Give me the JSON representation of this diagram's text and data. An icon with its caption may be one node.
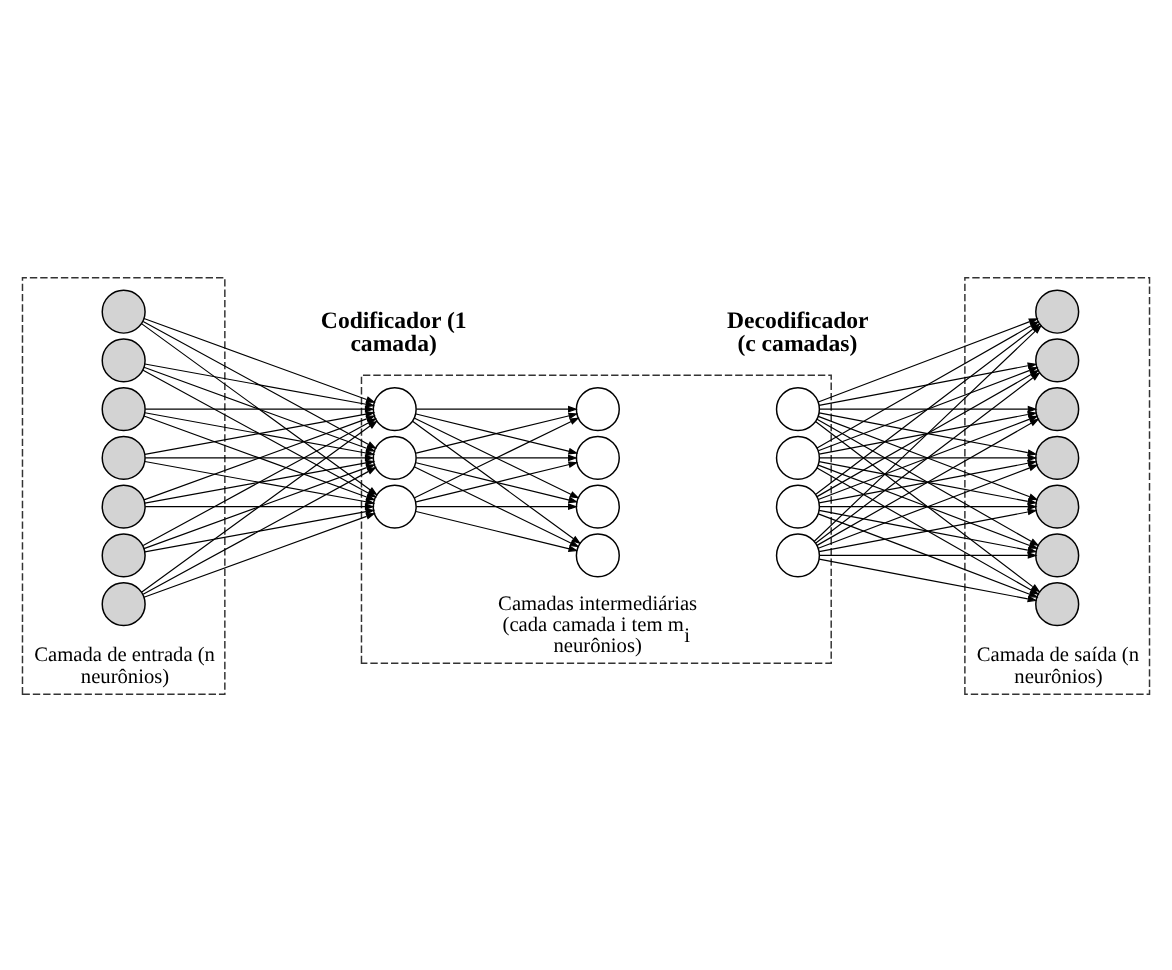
{
  "diagram": {
    "nodes": [
      {
        "text": [
          "Camada de entrada (n neurônios)"
        ]
      },
      {
        "text": [],
        "shape": "circle",
        "in": 0
      },
      {
        "text": [],
        "shape": "circle",
        "in": 0
      },
      {
        "text": [],
        "shape": "circle",
        "in": 0
      },
      {
        "text": [],
        "shape": "circle",
        "in": 0
      },
      {
        "text": [],
        "shape": "circle",
        "in": 0
      },
      {
        "text": [],
        "shape": "circle",
        "in": 0
      },
      {
        "text": [],
        "shape": "circle",
        "in": 0
      },
      {
        "text": [
          "Camadas intermediárias (cada camada i tem m$_{i}$ neurônios)"
        ]
      },
      {
        "text": [],
        "shape": "circle",
        "in": 8
      },
      {
        "text": [],
        "shape": "circle",
        "in": 8
      },
      {
        "text": [],
        "shape": "circle",
        "in": 8
      },
      {
        "text": [],
        "shape": "circle",
        "in": 8
      },
      {
        "text": [],
        "shape": "circle",
        "in": 8
      },
      {
        "text": [],
        "shape": "circle",
        "in": 8
      },
      {
        "text": [],
        "shape": "circle",
        "in": 8
      },
      {
        "text": [],
        "shape": "circle",
        "in": 8
      },
      {
        "text": [],
        "shape": "circle",
        "in": 8
      },
      {
        "text": [],
        "shape": "circle",
        "in": 8
      },
      {
        "text": [],
        "shape": "circle",
        "in": 8
      },
      {
        "text": [
          "Camada de saída (n neurônios)"
        ]
      },
      {
        "text": [],
        "shape": "circle",
        "in": 20
      },
      {
        "text": [],
        "shape": "circle",
        "in": 20
      },
      {
        "text": [],
        "shape": "circle",
        "in": 20
      },
      {
        "text": [],
        "shape": "circle",
        "in": 20
      },
      {
        "text": [],
        "shape": "circle",
        "in": 20
      },
      {
        "text": [],
        "shape": "circle",
        "in": 20
      },
      {
        "text": [],
        "shape": "circle",
        "in": 20
      }
    ],
    "edges": [
      {
        "from": 1,
        "to": 9,
        "arrow": "to"
      },
      {
        "from": 1,
        "to": 10,
        "arrow": "to"
      },
      {
        "from": 1,
        "to": 11,
        "arrow": "to"
      },
      {
        "from": 2,
        "to": 9,
        "arrow": "to"
      },
      {
        "from": 2,
        "to": 10,
        "arrow": "to"
      },
      {
        "from": 2,
        "to": 11,
        "arrow": "to"
      },
      {
        "from": 3,
        "to": 9,
        "arrow": "to"
      },
      {
        "from": 3,
        "to": 10,
        "arrow": "to"
      },
      {
        "from": 3,
        "to": 11,
        "arrow": "to"
      },
      {
        "from": 4,
        "to": 9,
        "arrow": "to"
      },
      {
        "from": 4,
        "to": 10,
        "arrow": "to"
      },
      {
        "from": 4,
        "to": 11,
        "arrow": "to"
      },
      {
        "from": 5,
        "to": 9,
        "arrow": "to"
      },
      {
        "from": 5,
        "to": 10,
        "arrow": "to"
      },
      {
        "from": 5,
        "to": 11,
        "arrow": "to"
      },
      {
        "from": 6,
        "to": 9,
        "arrow": "to"
      },
      {
        "from": 6,
        "to": 10,
        "arrow": "to"
      },
      {
        "from": 6,
        "to": 11,
        "arrow": "to"
      },
      {
        "from": 7,
        "to": 9,
        "arrow": "to"
      },
      {
        "from": 7,
        "to": 10,
        "arrow": "to"
      },
      {
        "from": 7,
        "to": 11,
        "arrow": "to"
      },
      {
        "from": 9,
        "to": 12,
        "arrow": "to"
      },
      {
        "from": 9,
        "to": 13,
        "arrow": "to"
      },
      {
        "from": 9,
        "to": 14,
        "arrow": "to"
      },
      {
        "from": 9,
        "to": 15,
        "arrow": "to"
      },
      {
        "from": 10,
        "to": 12,
        "arrow": "to"
      },
      {
        "from": 10,
        "to": 13,
        "arrow": "to"
      },
      {
        "from": 10,
        "to": 14,
        "arrow": "to"
      },
      {
        "from": 10,
        "to": 15,
        "arrow": "to"
      },
      {
        "from": 11,
        "to": 12,
        "arrow": "to"
      },
      {
        "from": 11,
        "to": 13,
        "arrow": "to"
      },
      {
        "from": 11,
        "to": 14,
        "arrow": "to"
      },
      {
        "from": 11,
        "to": 15,
        "arrow": "to"
      },
      {
        "from": 16,
        "to": 21,
        "arrow": "to"
      },
      {
        "from": 16,
        "to": 22,
        "arrow": "to"
      },
      {
        "from": 16,
        "to": 23,
        "arrow": "to"
      },
      {
        "from": 16,
        "to": 24,
        "arrow": "to"
      },
      {
        "from": 16,
        "to": 25,
        "arrow": "to"
      },
      {
        "from": 16,
        "to": 26,
        "arrow": "to"
      },
      {
        "from": 16,
        "to": 27,
        "arrow": "to"
      },
      {
        "from": 17,
        "to": 21,
        "arrow": "to"
      },
      {
        "from": 17,
        "to": 22,
        "arrow": "to"
      },
      {
        "from": 17,
        "to": 23,
        "arrow": "to"
      },
      {
        "from": 17,
        "to": 24,
        "arrow": "to"
      },
      {
        "from": 17,
        "to": 25,
        "arrow": "to"
      },
      {
        "from": 17,
        "to": 26,
        "arrow": "to"
      },
      {
        "from": 17,
        "to": 27,
        "arrow": "to"
      },
      {
        "from": 18,
        "to": 21,
        "arrow": "to"
      },
      {
        "from": 18,
        "to": 22,
        "arrow": "to"
      },
      {
        "from": 18,
        "to": 23,
        "arrow": "to"
      },
      {
        "from": 18,
        "to": 24,
        "arrow": "to"
      },
      {
        "from": 18,
        "to": 25,
        "arrow": "to"
      },
      {
        "from": 18,
        "to": 26,
        "arrow": "to"
      },
      {
        "from": 18,
        "to": 27,
        "arrow": "to"
      },
      {
        "from": 19,
        "to": 21,
        "arrow": "to"
      },
      {
        "from": 19,
        "to": 22,
        "arrow": "to"
      },
      {
        "from": 19,
        "to": 23,
        "arrow": "to"
      },
      {
        "from": 19,
        "to": 24,
        "arrow": "to"
      },
      {
        "from": 19,
        "to": 25,
        "arrow": "to"
      },
      {
        "from": 19,
        "to": 26,
        "arrow": "to"
      },
      {
        "from": 19,
        "to": 27,
        "arrow": "to"
      }
    ],
    "labels": [
      "Codificador (1 camada)",
      "Decodificador (c camadas)"
    ]
  }
}
